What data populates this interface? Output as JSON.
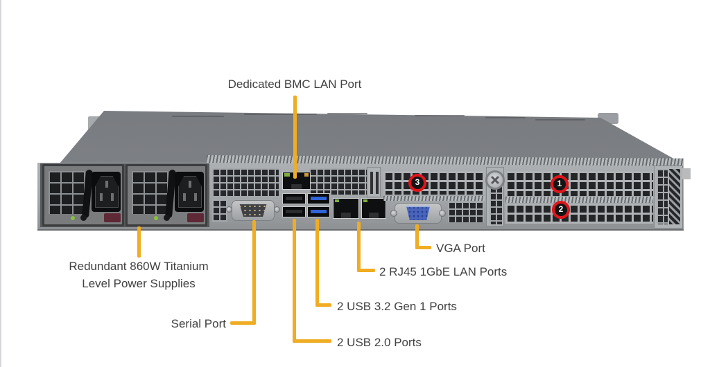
{
  "figure_title": "Server rear panel callout diagram",
  "colors": {
    "background": "#ffffff",
    "accent_line": "#f0ac22",
    "label_text": "#414141",
    "badge_ring": "#df161c",
    "badge_fill": "#141414",
    "badge_text": "#ffffff"
  },
  "labels": {
    "bmc": "Dedicated BMC LAN Port",
    "psu_line1": "Redundant 860W Titanium",
    "psu_line2": "Level Power Supplies",
    "serial": "Serial Port",
    "usb2": "2 USB 2.0 Ports",
    "usb3": "2 USB 3.2 Gen 1 Ports",
    "lan": "2 RJ45 1GbE LAN Ports",
    "vga": "VGA Port"
  },
  "badges": [
    {
      "number": "1"
    },
    {
      "number": "2"
    },
    {
      "number": "3"
    }
  ]
}
